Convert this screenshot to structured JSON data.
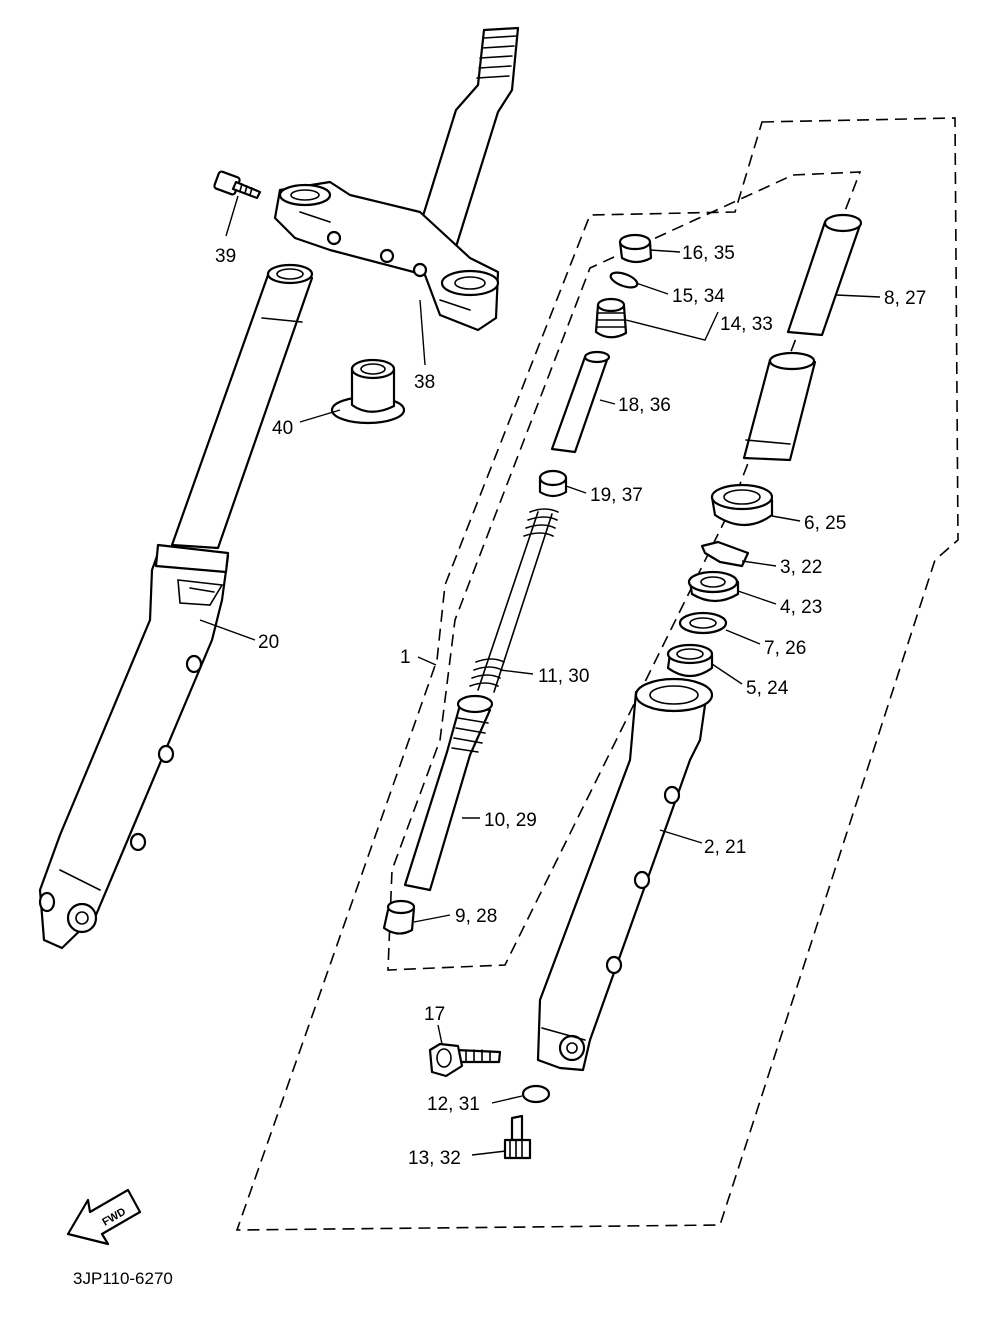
{
  "diagram": {
    "diagram_code": "3JP110-6270",
    "fwd_label": "FWD",
    "callouts": {
      "c1": "1",
      "c2": "2, 21",
      "c3": "3, 22",
      "c4": "4, 23",
      "c5": "5, 24",
      "c6": "6, 25",
      "c7": "7, 26",
      "c8": "8, 27",
      "c9": "9, 28",
      "c10": "10, 29",
      "c11": "11, 30",
      "c12": "12, 31",
      "c13": "13, 32",
      "c14": "14, 33",
      "c15": "15, 34",
      "c16": "16, 35",
      "c17": "17",
      "c18": "18, 36",
      "c19": "19, 37",
      "c20": "20",
      "c38": "38",
      "c39": "39",
      "c40": "40"
    }
  }
}
